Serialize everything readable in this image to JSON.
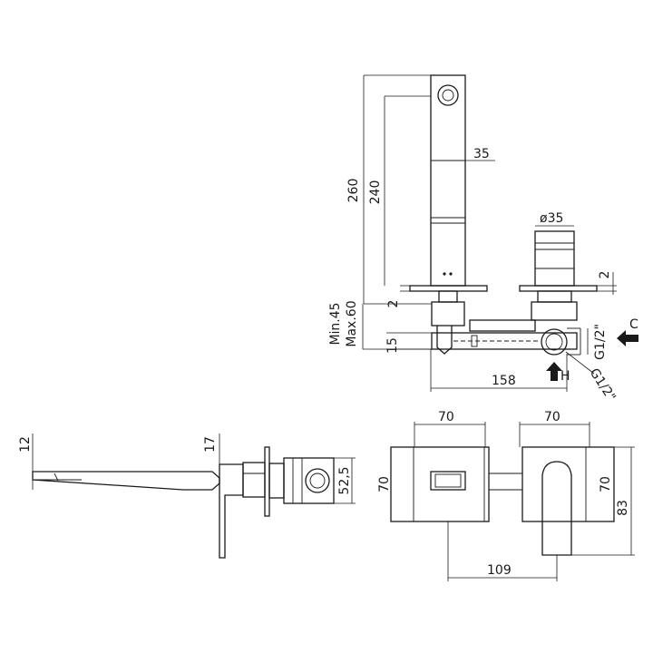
{
  "dimensions": {
    "spout_height_total": "260",
    "spout_height_inner": "240",
    "spout_width": "35",
    "handle_diameter": "ø35",
    "plate_thickness": "2",
    "plate_thickness_left": "2",
    "wall_depth": "Min.45\nMax.60",
    "wall_depth_min": "Min.45",
    "wall_depth_max": "Max.60",
    "pipe_offset": "15",
    "body_length": "158",
    "inlet_cold": "G1/2\"",
    "inlet_hot": "G1/2\"",
    "side_spout_thickness": "12",
    "side_handle_thickness": "17",
    "side_body_height": "52,5",
    "front_plate_width_left": "70",
    "front_plate_width_right": "70",
    "front_plate_height_left": "70",
    "front_plate_height_right": "70",
    "front_handle_height": "83",
    "front_spacing": "109"
  },
  "labels": {
    "cold": "C",
    "hot": "H"
  }
}
